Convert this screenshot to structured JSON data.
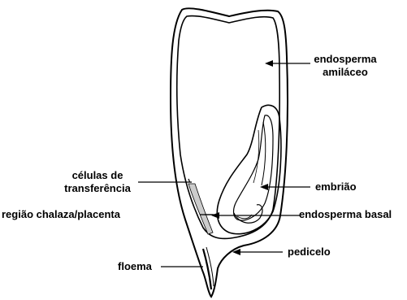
{
  "labels": {
    "endosperma_amilaceo_line1": "endosperma",
    "endosperma_amilaceo_line2": "amiláceo",
    "celulas_line1": "células de",
    "celulas_line2": "transferência",
    "embriao": "embrião",
    "regiao_chalaza": "região chalaza/placenta",
    "endosperma_basal": "endosperma basal",
    "pedicelo": "pedicelo",
    "floema": "floema"
  },
  "colors": {
    "ink": "#000000",
    "background": "#ffffff"
  }
}
